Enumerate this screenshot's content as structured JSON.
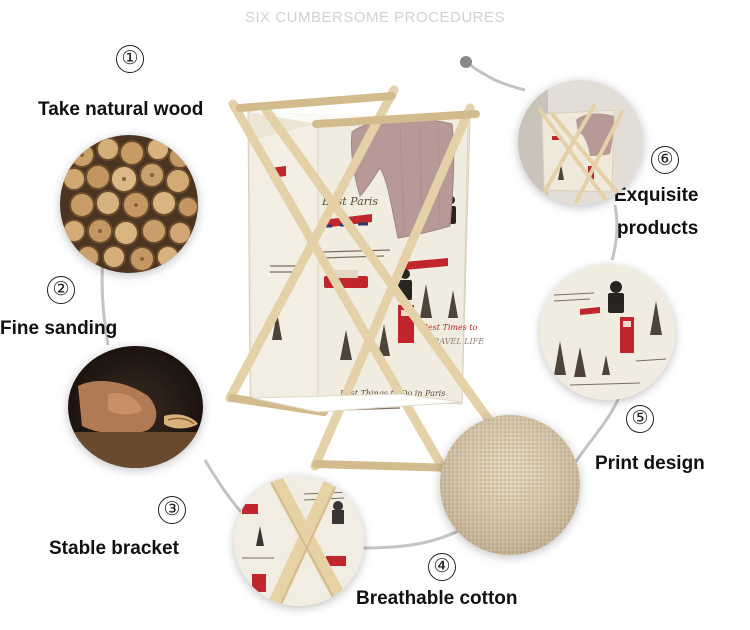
{
  "header": {
    "title": "SIX CUMBERSOME PROCEDURES"
  },
  "steps": [
    {
      "number": "①",
      "label": "Take natural wood"
    },
    {
      "number": "②",
      "label": "Fine sanding"
    },
    {
      "number": "③",
      "label": "Stable bracket"
    },
    {
      "number": "④",
      "label": "Breathable cotton"
    },
    {
      "number": "⑤",
      "label": "Print design"
    },
    {
      "number": "⑥",
      "label_line1": "Exquisite",
      "label_line2": "products"
    }
  ],
  "product": {
    "print_texts": [
      "Best Paris",
      "Best Times to",
      "TRAVEL LIFE",
      "Best Things to Do in Paris"
    ]
  },
  "colors": {
    "wood": "#e9d9b4",
    "fabric": "#f1ece0",
    "towel": "#b79a98",
    "accent_red": "#c0262c",
    "path_line": "#c4c4c4"
  }
}
